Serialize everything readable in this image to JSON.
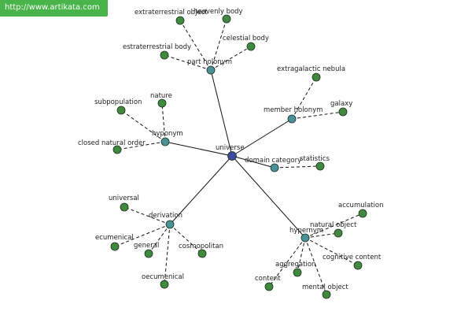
{
  "watermark": {
    "url": "http://www.artikata.com"
  },
  "colors": {
    "center": "#3b4a9a",
    "relation": "#4a9198",
    "leaf": "#3f8a3f",
    "badge": "#48b44a"
  },
  "graph": {
    "center": {
      "label": "universe"
    },
    "relations": [
      {
        "label": "part holonym",
        "leaves": [
          "extraterrestrial object",
          "heavenly body",
          "celestial body",
          "estraterrestrial body"
        ]
      },
      {
        "label": "member holonym",
        "leaves": [
          "extragalactic nebula",
          "galaxy"
        ]
      },
      {
        "label": "hyponym",
        "leaves": [
          "subpopulation",
          "nature",
          "closed natural order"
        ]
      },
      {
        "label": "domain category",
        "leaves": [
          "statistics"
        ]
      },
      {
        "label": "derivation",
        "leaves": [
          "universal",
          "ecumenical",
          "general",
          "cosmopolitan",
          "oecumenical"
        ]
      },
      {
        "label": "hypernym",
        "leaves": [
          "accumulation",
          "natural object",
          "cognitive content",
          "aggregation",
          "content",
          "mental object"
        ]
      }
    ]
  }
}
